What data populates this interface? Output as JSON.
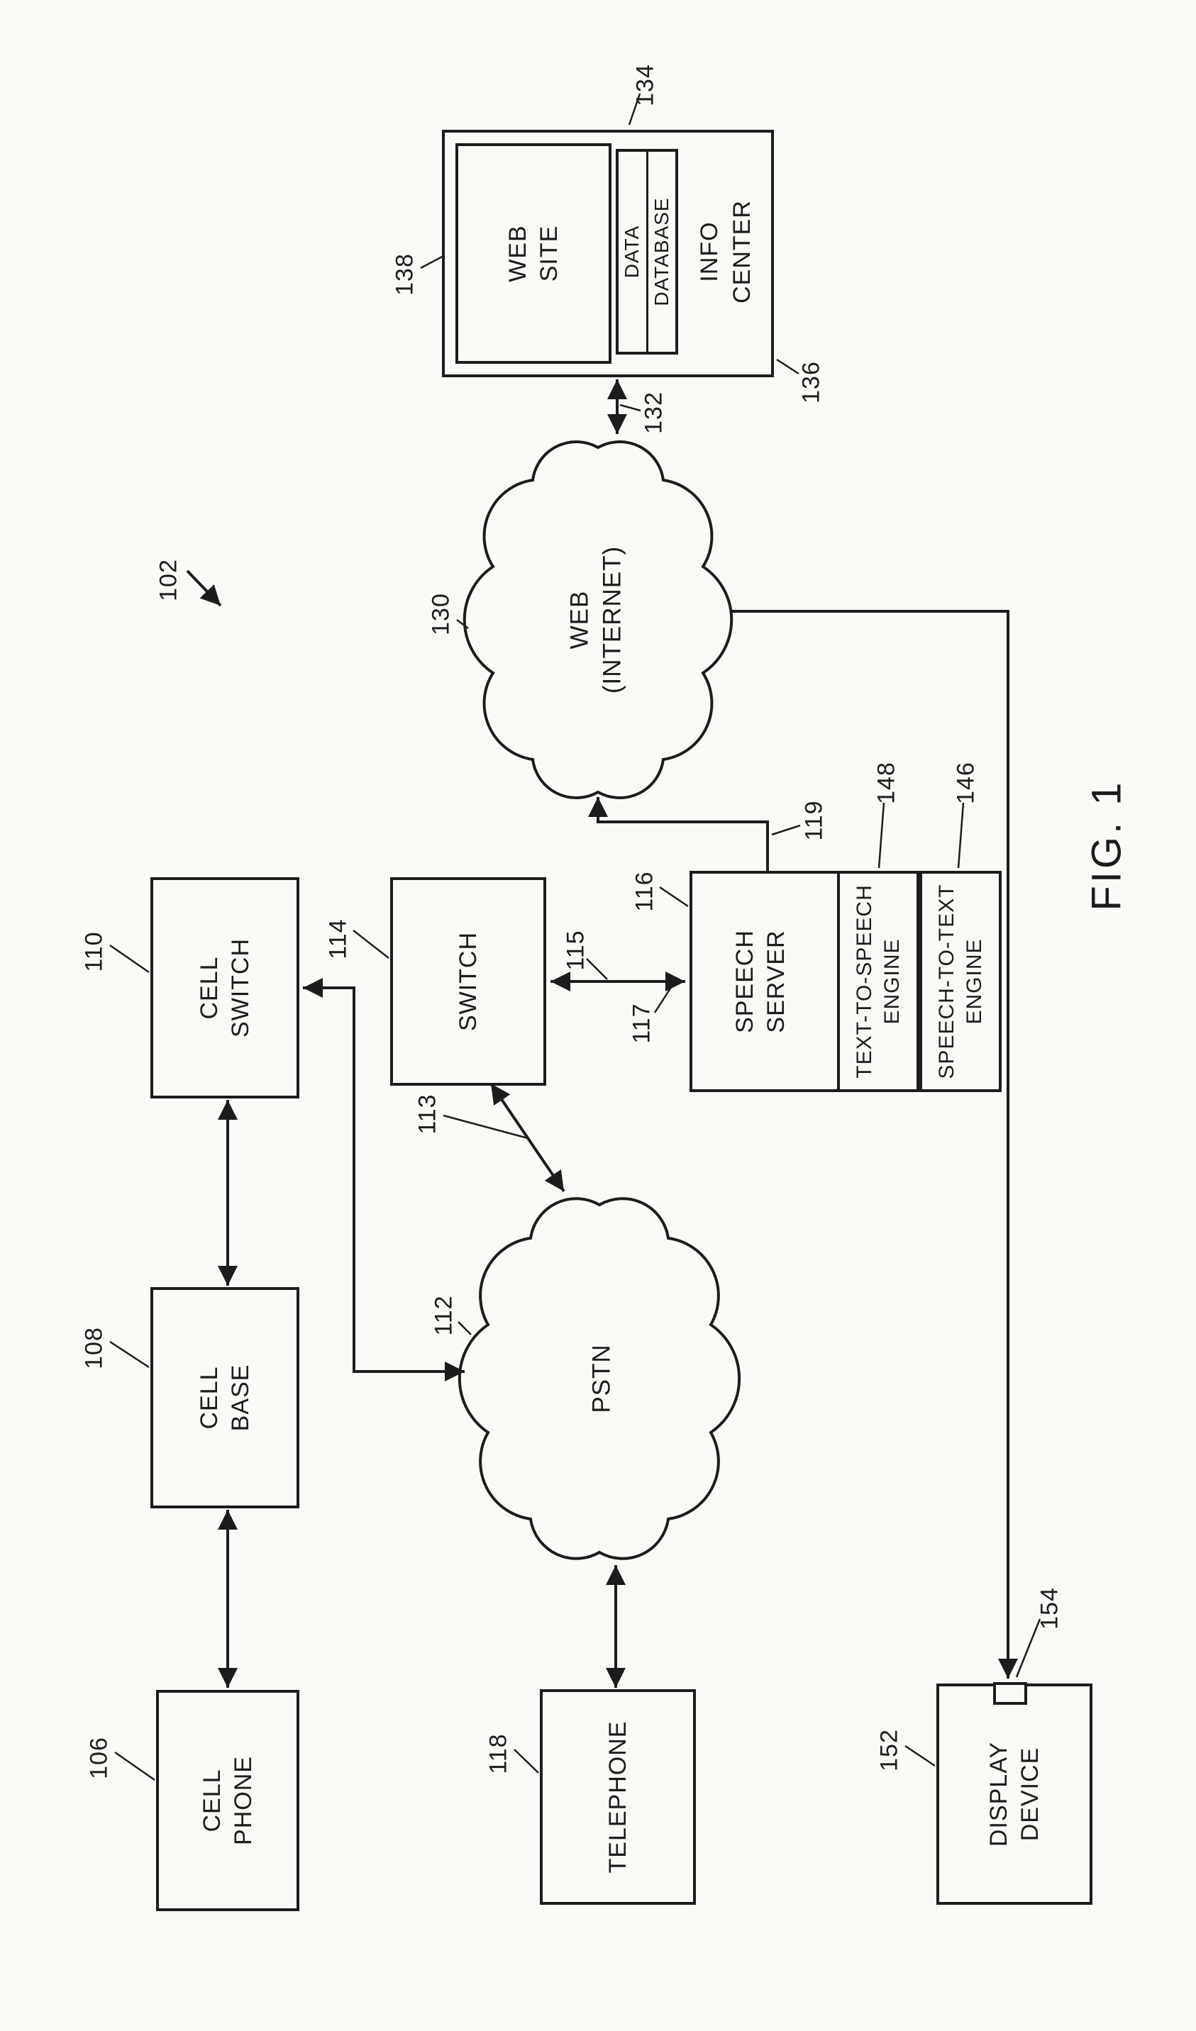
{
  "figure": {
    "title": "FIG. 1",
    "overall_ref": "102"
  },
  "colors": {
    "ink": "#1c1c1c",
    "paper": "#faf9f6"
  },
  "boxes": {
    "cell_phone": {
      "lines": [
        "CELL",
        "PHONE"
      ],
      "ref": "106"
    },
    "cell_base": {
      "lines": [
        "CELL",
        "BASE"
      ],
      "ref": "108"
    },
    "cell_switch": {
      "lines": [
        "CELL",
        "SWITCH"
      ],
      "ref": "110"
    },
    "switch": {
      "lines": [
        "SWITCH"
      ],
      "ref": "114"
    },
    "speech_server": {
      "lines": [
        "SPEECH",
        "SERVER"
      ],
      "ref": "116"
    },
    "tts_engine": {
      "lines": [
        "TEXT-TO-SPEECH",
        "ENGINE"
      ],
      "ref": "148"
    },
    "stt_engine": {
      "lines": [
        "SPEECH-TO-TEXT",
        "ENGINE"
      ],
      "ref": "146"
    },
    "telephone": {
      "lines": [
        "TELEPHONE"
      ],
      "ref": "118"
    },
    "display_device": {
      "lines": [
        "DISPLAY",
        "DEVICE"
      ],
      "ref": "152",
      "port_ref": "154"
    },
    "web_site": {
      "lines": [
        "WEB",
        "SITE"
      ],
      "ref": "138"
    },
    "data_database": {
      "lines": [
        "DATA",
        "DATABASE"
      ],
      "ref": "134"
    },
    "info_center": {
      "lines": [
        "INFO",
        "CENTER"
      ],
      "ref": "136"
    }
  },
  "clouds": {
    "pstn": {
      "lines": [
        "PSTN"
      ],
      "ref": "112"
    },
    "web_internet": {
      "lines": [
        "WEB",
        "(INTERNET)"
      ],
      "ref": "130"
    }
  },
  "connections": {
    "switch_to_speech_server": {
      "ref_top": "115",
      "ref_bottom": "117"
    },
    "switch_to_pstn": {
      "ref": "113"
    },
    "speech_server_to_web": {
      "ref": "119"
    },
    "web_to_info_center": {
      "ref": "132"
    }
  }
}
